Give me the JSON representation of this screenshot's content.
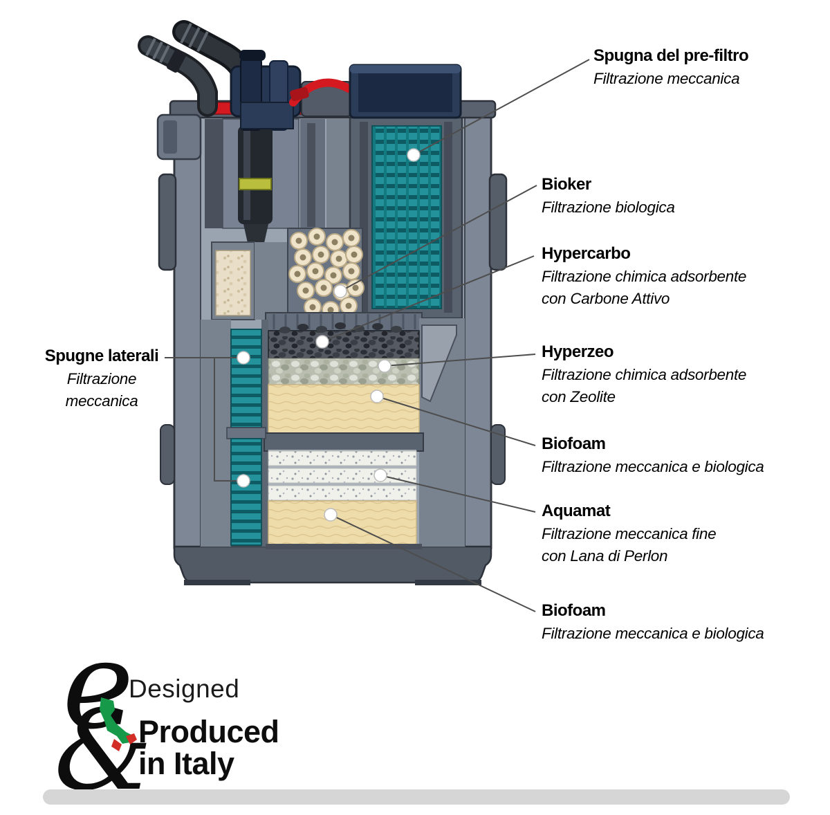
{
  "labels": {
    "right": [
      {
        "title": "Spugna del pre-filtro",
        "desc": [
          "Filtrazione meccanica"
        ]
      },
      {
        "title": "Bioker",
        "desc": [
          "Filtrazione biologica"
        ]
      },
      {
        "title": "Hypercarbo",
        "desc": [
          "Filtrazione chimica adsorbente",
          "con Carbone Attivo"
        ]
      },
      {
        "title": "Hyperzeo",
        "desc": [
          "Filtrazione chimica adsorbente",
          "con Zeolite"
        ]
      },
      {
        "title": "Biofoam",
        "desc": [
          "Filtrazione meccanica e biologica"
        ]
      },
      {
        "title": "Aquamat",
        "desc": [
          "Filtrazione meccanica fine",
          "con Lana di Perlon"
        ]
      },
      {
        "title": "Biofoam",
        "desc": [
          "Filtrazione meccanica e biologica"
        ]
      }
    ],
    "left": {
      "title": "Spugne laterali",
      "desc": [
        "Filtrazione",
        "meccanica"
      ]
    }
  },
  "logo": {
    "monogram_e": "e",
    "monogram_amp": "&",
    "line1": "Designed",
    "line2": "Produced",
    "line3": "in Italy"
  },
  "colors": {
    "sponge_teal": "#23929a",
    "foam_tan": "#eedcab",
    "accent_red": "#d41a20",
    "navy": "#2b3c58",
    "leader_line": "#4d4d4d",
    "italy_green": "#169a4a",
    "italy_red": "#d22d26"
  }
}
